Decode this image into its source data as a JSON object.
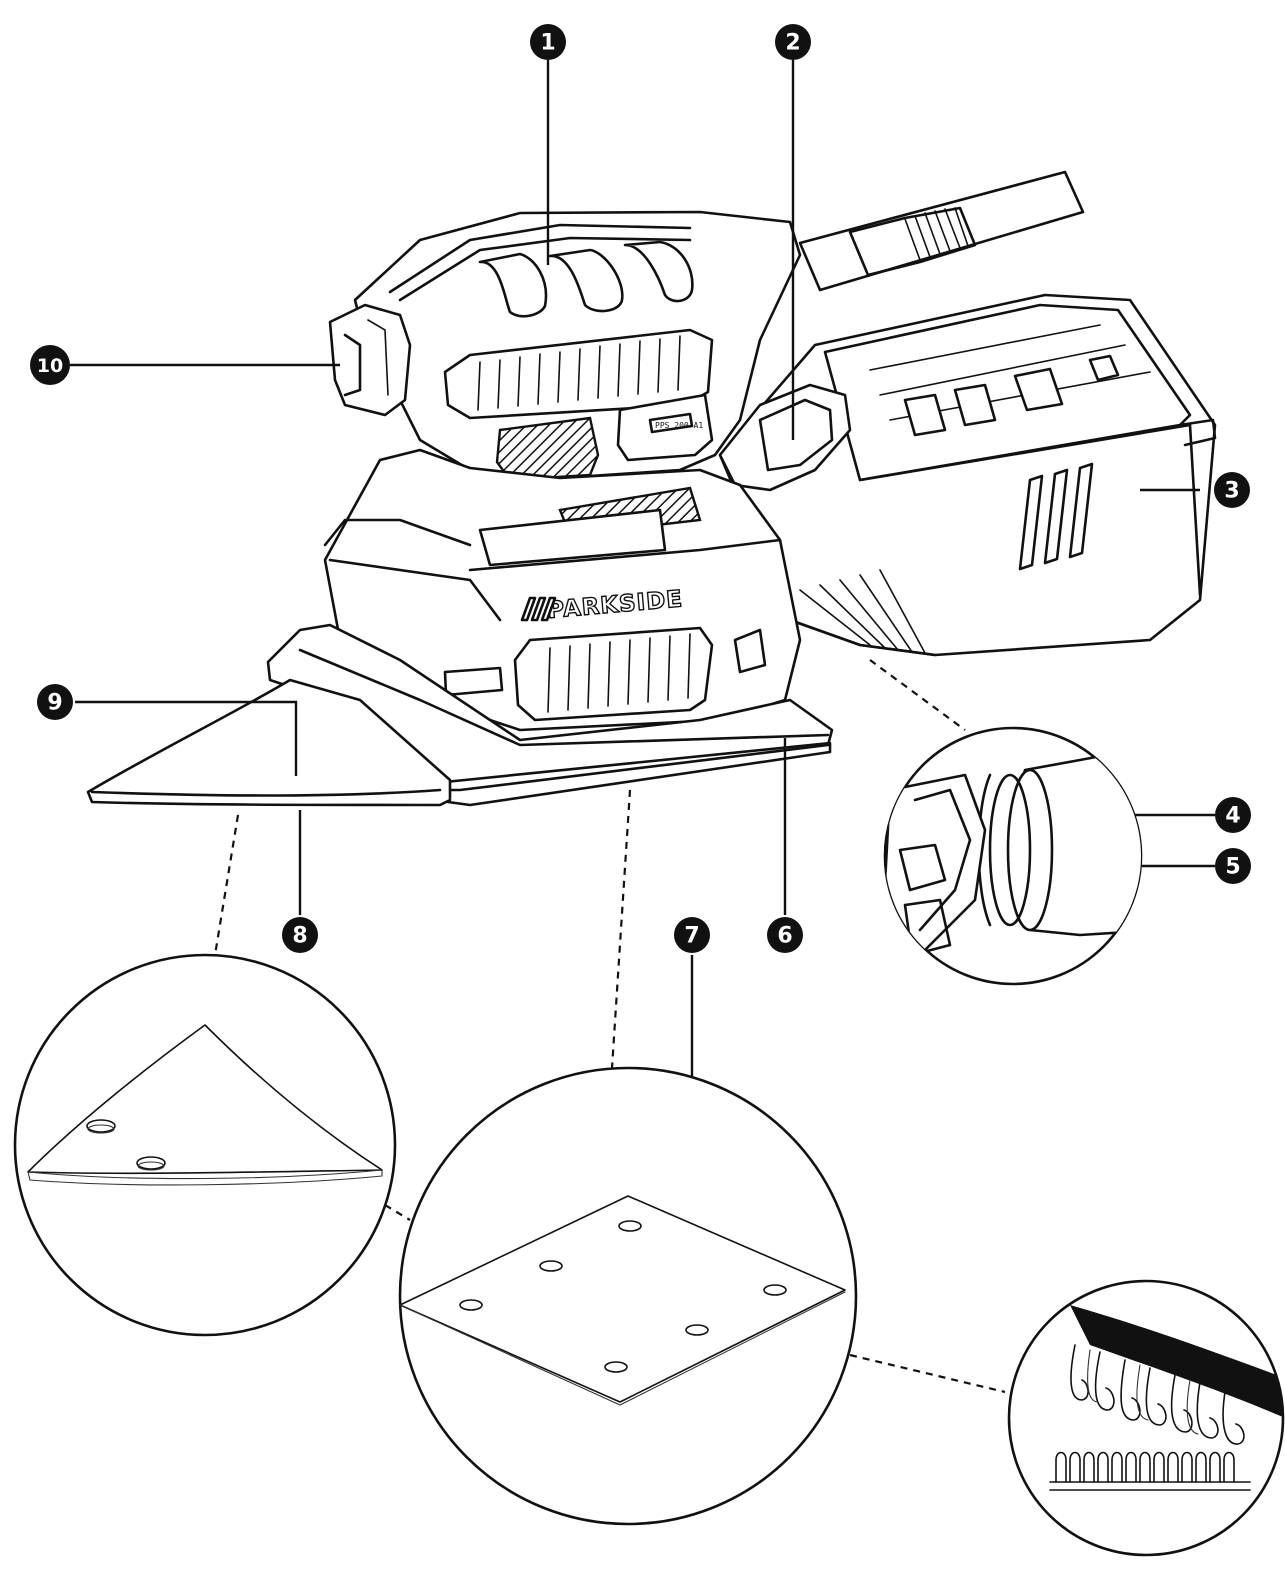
{
  "brand": {
    "logo_text": "PARKSIDE",
    "model_plate": "PPS 200 A1"
  },
  "callouts": [
    {
      "id": "1",
      "label": "1"
    },
    {
      "id": "2",
      "label": "2"
    },
    {
      "id": "3",
      "label": "3"
    },
    {
      "id": "4",
      "label": "4"
    },
    {
      "id": "5",
      "label": "5"
    },
    {
      "id": "6",
      "label": "6"
    },
    {
      "id": "7",
      "label": "7"
    },
    {
      "id": "8",
      "label": "8"
    },
    {
      "id": "9",
      "label": "9"
    },
    {
      "id": "10",
      "label": "10"
    }
  ],
  "details": {
    "dust_port_detail": "connector-rings",
    "delta_sheet_detail": "triangular-sanding-sheet",
    "square_sheet_detail": "rectangular-sanding-sheet",
    "hook_loop_detail": "hook-and-loop-fastener"
  }
}
